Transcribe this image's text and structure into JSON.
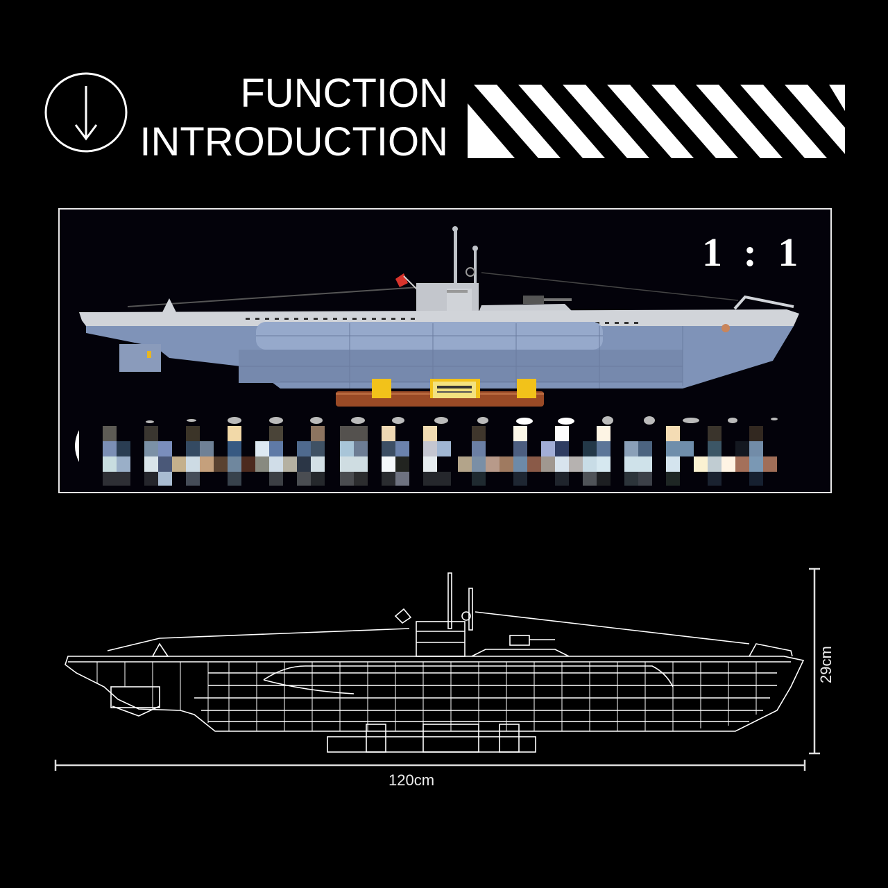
{
  "header": {
    "title_line1": "FUNCTION",
    "title_line2": "INTRODUCTION",
    "icon": "arrow-down-circle-icon",
    "stripe_count": 8
  },
  "photo_panel": {
    "scale_label": "1 : 1",
    "subject": "brick-built submarine model on display stand",
    "stand_plaque_icon": "submarine-plaque-icon",
    "colors": {
      "hull": "#7f93b8",
      "deck": "#c9ccd2",
      "stand_base": "#9a4a26",
      "stand_blocks": "#f2c21a",
      "flag": "#d8342c",
      "frame_border": "#e8e8e8",
      "panel_bg": "#03020a"
    },
    "minifigure_count": 16
  },
  "blueprint": {
    "subject": "line drawing of submarine model",
    "length_label": "120cm",
    "height_label": "29cm",
    "line_color": "#ffffff"
  }
}
